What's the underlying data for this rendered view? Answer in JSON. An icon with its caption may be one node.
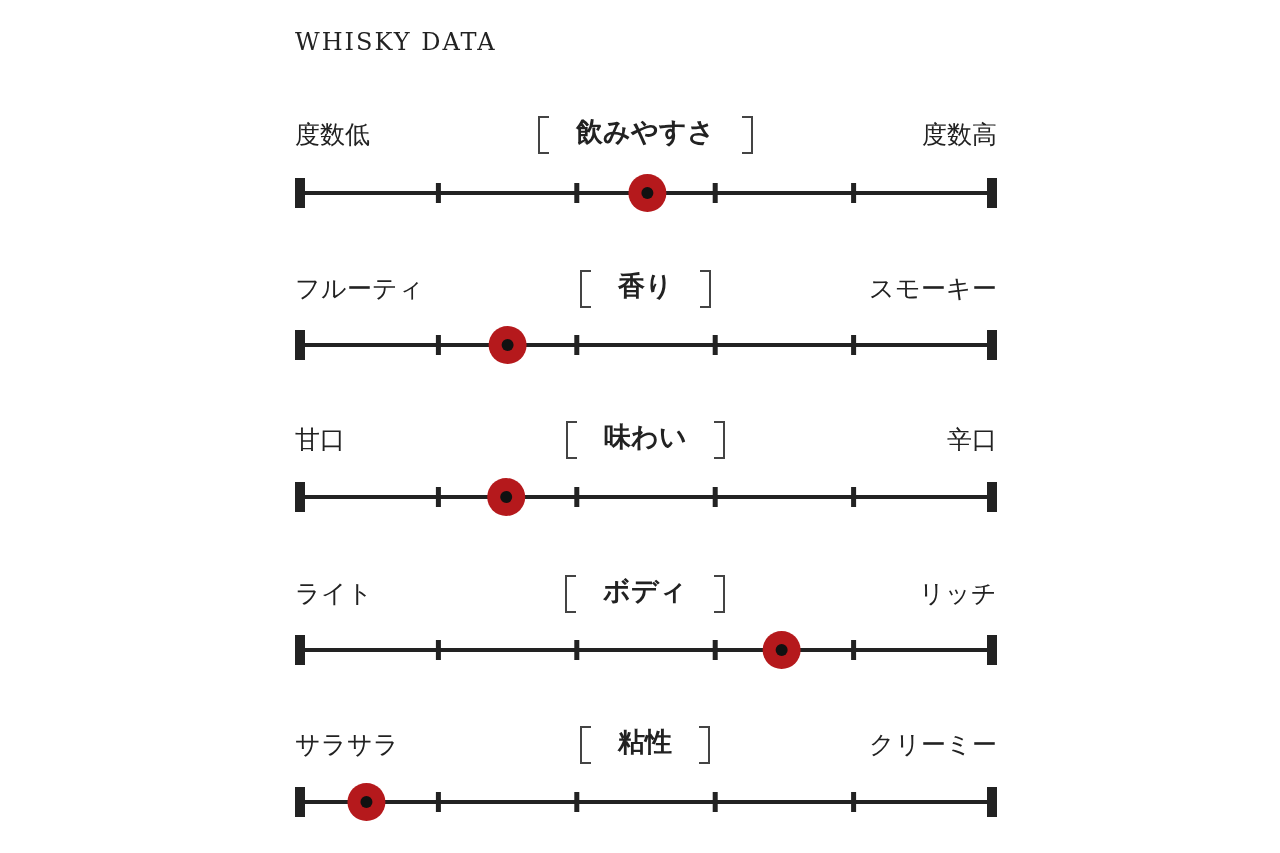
{
  "diagram": {
    "title": "WHISKY DATA",
    "labels": [
      "度数低",
      "飲みやすさ",
      "度数高",
      "フルーティ",
      "香り",
      "スモーキー",
      "甘口",
      "味わい",
      "辛口",
      "ライト",
      "ボディ",
      "リッチ",
      "サラサラ",
      "粘性",
      "クリーミー"
    ]
  }
}
